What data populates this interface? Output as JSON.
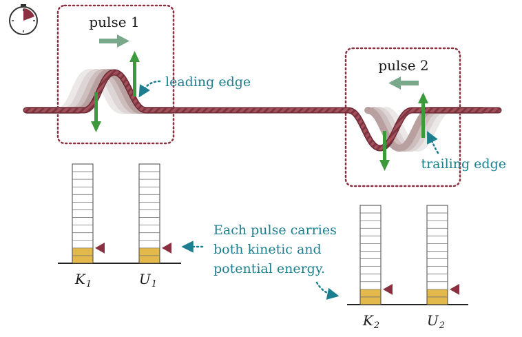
{
  "pulse1": {
    "label": "pulse 1",
    "edge_label": "leading edge"
  },
  "pulse2": {
    "label": "pulse 2",
    "edge_label": "trailing edge"
  },
  "caption": {
    "line1": "Each pulse carries",
    "line2": "both kinetic and",
    "line3": "potential energy."
  },
  "bars": [
    {
      "symbol": "K",
      "subscript": "1",
      "segments_total": 13,
      "filled": 2
    },
    {
      "symbol": "U",
      "subscript": "1",
      "segments_total": 13,
      "filled": 2
    },
    {
      "symbol": "K",
      "subscript": "2",
      "segments_total": 13,
      "filled": 2
    },
    {
      "symbol": "U",
      "subscript": "2",
      "segments_total": 13,
      "filled": 2
    }
  ],
  "colors": {
    "rope": "#a2505a",
    "rope_dark": "#6e2a35",
    "box_border": "#8a3040",
    "velocity_arrow": "#7aa88a",
    "force_arrow": "#3c9a3c",
    "teal": "#1b7f8f",
    "energy_fill": "#e2b94a",
    "marker": "#8a3040"
  },
  "icons": {
    "timer": "stopwatch-icon"
  }
}
